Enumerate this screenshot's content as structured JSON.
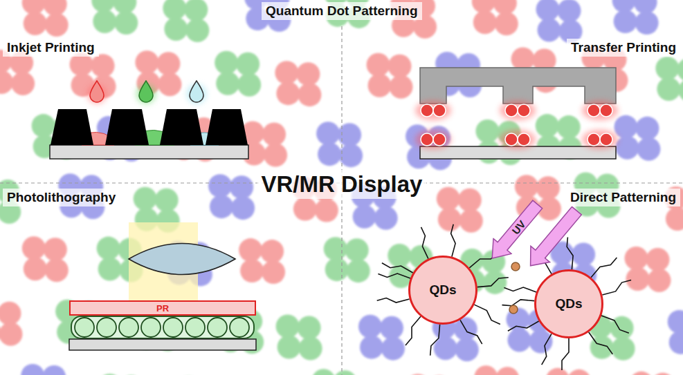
{
  "diagram": {
    "title": "Quantum Dot Patterning",
    "nodes": [
      {
        "text": [
          "PR"
        ]
      },
      {
        "text": [
          "UV"
        ]
      },
      {
        "text": [
          "QDs"
        ]
      },
      {
        "text": [
          "QDs"
        ]
      }
    ],
    "labels": [
      "Inkjet Printing",
      "Transfer Printing",
      "VR/MR Display",
      "Photolithography",
      "Direct Patterning"
    ]
  }
}
